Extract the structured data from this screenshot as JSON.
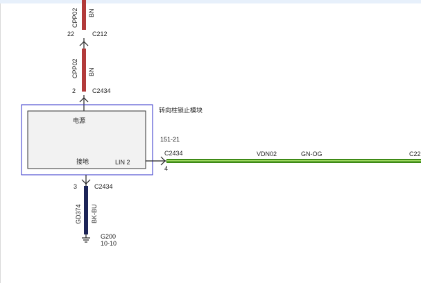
{
  "colors": {
    "frame_bar": "#e7f0fb",
    "module_outline": "#2f2fc8",
    "module_body": "#f2f2f2",
    "module_body_border": "#333333",
    "wire_power": "#b23a3a",
    "wire_ground": "#1c2457",
    "wire_lin": "#3e8a16",
    "wire_lin_light": "#a8e06a",
    "ink": "#222222"
  },
  "connectors": {
    "top": {
      "pin": "22",
      "name": "C212"
    },
    "module_power": {
      "pin": "2",
      "name": "C2434"
    },
    "module_ground": {
      "pin": "3",
      "name": "C2434"
    },
    "module_lin": {
      "pin": "4",
      "name": "C2434"
    }
  },
  "wires": {
    "power_upper": {
      "circuit": "CPP02",
      "color_code": "BN"
    },
    "power_lower": {
      "circuit": "CPP02",
      "color_code": "BN"
    },
    "ground": {
      "circuit": "GD374",
      "color_code": "BK-BU"
    },
    "lin": {
      "circuit": "VDN02",
      "color_code": "GN-OG",
      "continues_to": "C22"
    }
  },
  "module": {
    "name": "转向柱锁止模块",
    "ref": "151-21",
    "power_label": "电源",
    "ground_label": "接地",
    "lin_label": "LIN 2"
  },
  "ground_point": {
    "name": "G200",
    "ref": "10-10"
  }
}
